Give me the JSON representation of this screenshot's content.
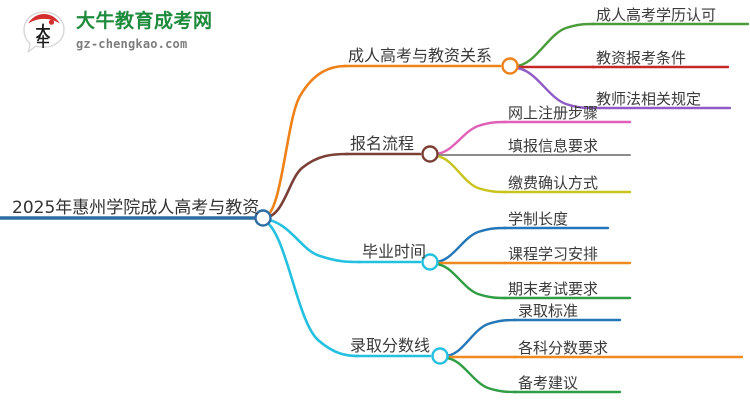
{
  "logo": {
    "mark_name": "daniu-bull-speech-bubble-logo",
    "title": "大牛教育成考网",
    "subtitle": "gz-chengkao.com",
    "title_color": "#1e8a3c",
    "subtitle_color": "#7d7d7d",
    "mark_accent_color": "#d32f2f"
  },
  "mindmap": {
    "root": {
      "label": "2025年惠州学院成人高考与教资",
      "color": "#2e6da4",
      "node_color": "#2e6da4"
    },
    "branches": [
      {
        "label": "成人高考与教资关系",
        "color": "#ee8118",
        "node_color": "#ee8118",
        "leaves": [
          {
            "label": "成人高考学历认可",
            "color": "#4a9c3b"
          },
          {
            "label": "教资报考条件",
            "color": "#c62828"
          },
          {
            "label": "教师法相关规定",
            "color": "#8e5cc4"
          }
        ]
      },
      {
        "label": "报名流程",
        "color": "#7b3f36",
        "node_color": "#7b3f36",
        "leaves": [
          {
            "label": "网上注册步骤",
            "color": "#e060b8"
          },
          {
            "label": "填报信息要求",
            "color": "#8c8c8c"
          },
          {
            "label": "缴费确认方式",
            "color": "#c8c41c"
          }
        ]
      },
      {
        "label": "毕业时间",
        "color": "#24c0e0",
        "node_color": "#24c0e0",
        "leaves": [
          {
            "label": "学制长度",
            "color": "#2477b8"
          },
          {
            "label": "课程学习安排",
            "color": "#f08a20"
          },
          {
            "label": "期末考试要求",
            "color": "#2f9e44"
          }
        ]
      },
      {
        "label": "录取分数线",
        "color": "#24c0e0",
        "node_color": "#24c0e0",
        "leaves": [
          {
            "label": "录取标准",
            "color": "#2477b8"
          },
          {
            "label": "各科分数要求",
            "color": "#f08a20"
          },
          {
            "label": "备考建议",
            "color": "#2f9e44"
          }
        ]
      }
    ]
  }
}
